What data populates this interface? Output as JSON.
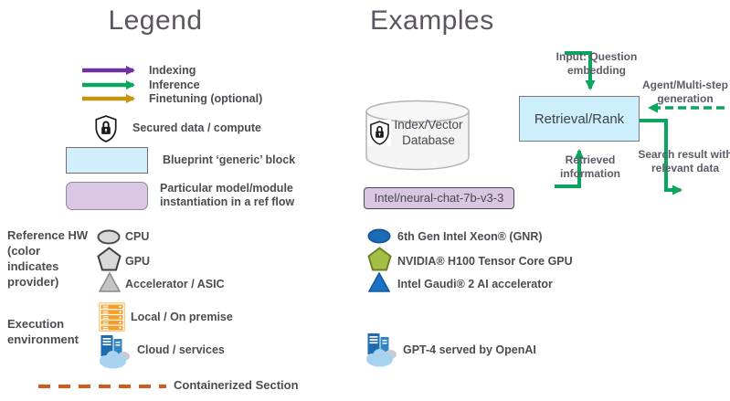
{
  "colors": {
    "indexing_purple": "#7030a0",
    "inference_green": "#0aa55e",
    "finetuning_gold": "#c3940e",
    "containerized_orange": "#d4591c",
    "generic_block_fill": "#d3eefb",
    "model_block_fill": "#dac7e3",
    "text_gray": "#4c4b52"
  },
  "legend": {
    "title": "Legend",
    "flows": [
      {
        "label": "Indexing"
      },
      {
        "label": "Inference"
      },
      {
        "label": "Finetuning (optional)"
      }
    ],
    "secured_label": "Secured data / compute",
    "generic_block_label": "Blueprint ‘generic’ block",
    "model_block_label": "Particular model/module instantiation in a ref flow",
    "reference_hw_label": "Reference HW (color indicates provider)",
    "hw": [
      {
        "shape": "cpu-ellipse",
        "label": "CPU"
      },
      {
        "shape": "gpu-pentagon",
        "label": "GPU"
      },
      {
        "shape": "asic-triangle",
        "label": "Accelerator / ASIC"
      }
    ],
    "execution_label": "Execution environment",
    "env": [
      {
        "icon": "server-rack-icon",
        "label": "Local / On premise"
      },
      {
        "icon": "cloud-services-icon",
        "label": "Cloud / services"
      }
    ],
    "containerized_label": "Containerized Section"
  },
  "examples": {
    "title": "Examples",
    "database_label": "Index/Vector Database",
    "model_chip_label": "Intel/neural-chat-7b-v3-3",
    "retrieval_label": "Retrieval/Rank",
    "flow_input": "Input: Question embedding",
    "flow_agent": "Agent/Multi-step generation",
    "flow_retrieved": "Retrieved information",
    "flow_search": "Search result with relevant data",
    "hw": [
      {
        "shape": "xeon-blue-ellipse",
        "label": "6th Gen Intel Xeon® (GNR)"
      },
      {
        "shape": "nvidia-olive-pentagon",
        "label": "NVIDIA® H100 Tensor Core GPU"
      },
      {
        "shape": "gaudi-blue-triangle",
        "label": "Intel Gaudi® 2 AI accelerator"
      }
    ],
    "cloud_label": "GPT-4 served by OpenAI"
  }
}
